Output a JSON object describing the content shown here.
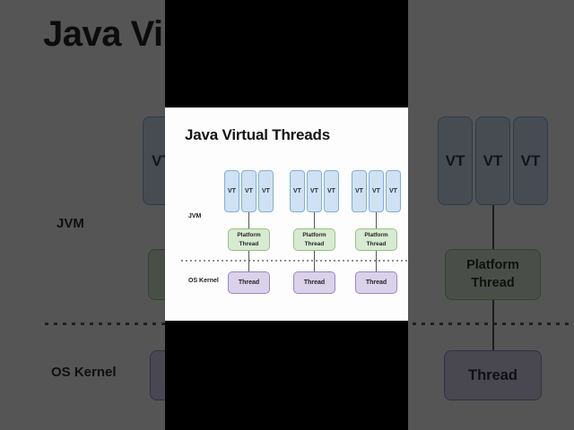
{
  "slide": {
    "title": "Java Virtual Threads",
    "jvm_label": "JVM",
    "os_kernel_label": "OS Kernel",
    "columns": [
      {
        "vt": [
          "VT",
          "VT",
          "VT"
        ],
        "platform_line1": "Platform",
        "platform_line2": "Thread",
        "thread": "Thread"
      },
      {
        "vt": [
          "VT",
          "VT",
          "VT"
        ],
        "platform_line1": "Platform",
        "platform_line2": "Thread",
        "thread": "Thread"
      },
      {
        "vt": [
          "VT",
          "VT",
          "VT"
        ],
        "platform_line1": "Platform",
        "platform_line2": "Thread",
        "thread": "Thread"
      }
    ]
  },
  "background": {
    "visible_title": "Java Vir",
    "jvm_label": "JVM",
    "os_kernel_label": "OS Kernel",
    "left_vt_label": "VT",
    "right_vt": [
      "VT",
      "VT",
      "VT"
    ],
    "platform_line1": "Platform",
    "platform_line2": "Thread",
    "thread_label": "Thread"
  },
  "colors": {
    "vt_fill": "#cfe2f3",
    "vt_border": "#82aed6",
    "platform_fill": "#d9ead3",
    "platform_border": "#93c47d",
    "thread_fill": "#d9d2e9",
    "thread_border": "#9a86c8",
    "letterbox": "#000000",
    "slide_background": "#fdfdfd",
    "dim_overlay": "rgba(8,8,10,0.69)"
  }
}
